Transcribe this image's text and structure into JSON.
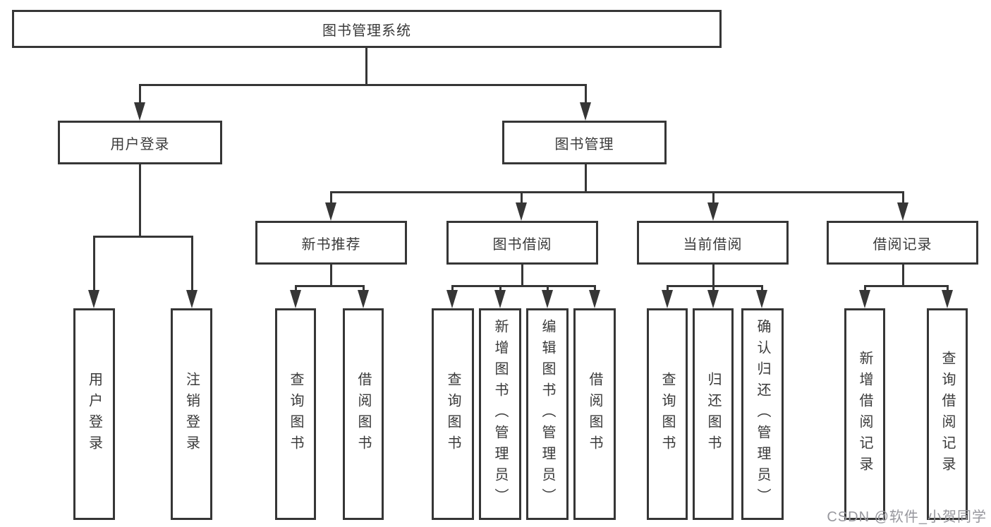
{
  "colors": {
    "line": "#363636",
    "text": "#3a3a3a",
    "background": "#ffffff",
    "watermark": "#97979d"
  },
  "tree": {
    "root": {
      "label": "图书管理系统"
    },
    "branches": [
      {
        "label": "用户登录",
        "children": [
          {
            "label": "用户登录"
          },
          {
            "label": "注销登录"
          }
        ]
      },
      {
        "label": "图书管理",
        "children": [
          {
            "label": "新书推荐",
            "children": [
              {
                "label": "查询图书"
              },
              {
                "label": "借阅图书"
              }
            ]
          },
          {
            "label": "图书借阅",
            "children": [
              {
                "label": "查询图书"
              },
              {
                "label": "新增图书（管理员）"
              },
              {
                "label": "编辑图书（管理员）"
              },
              {
                "label": "借阅图书"
              }
            ]
          },
          {
            "label": "当前借阅",
            "children": [
              {
                "label": "查询图书"
              },
              {
                "label": "归还图书"
              },
              {
                "label": "确认归还（管理员）"
              }
            ]
          },
          {
            "label": "借阅记录",
            "children": [
              {
                "label": "新增借阅记录"
              },
              {
                "label": "查询借阅记录"
              }
            ]
          }
        ]
      }
    ]
  },
  "watermark": {
    "text": "CSDN @软件_小贺同学"
  }
}
